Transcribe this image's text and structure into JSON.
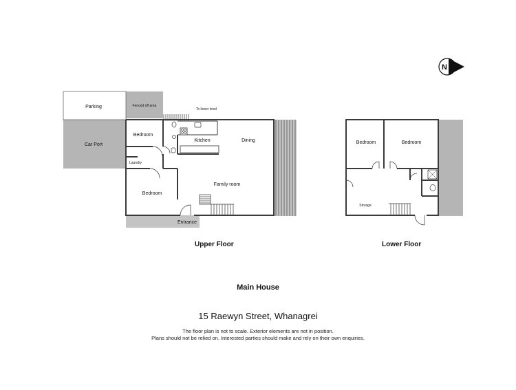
{
  "upper_floor": {
    "title": "Upper Floor",
    "rooms": {
      "parking": "Parking",
      "fenced": "Fenced off area",
      "to_lower": "To lower level",
      "carport": "Car Port",
      "bedroom1": "Bedroom",
      "kitchen": "Kitchen",
      "dining": "Dining",
      "laundry": "Laundry",
      "bedroom2": "Bedroom",
      "family": "Family room",
      "entrance": "Entrance"
    }
  },
  "lower_floor": {
    "title": "Lower Floor",
    "rooms": {
      "bedroom1": "Bedroom",
      "bedroom2": "Bedroom",
      "storage": "Storage"
    }
  },
  "compass": {
    "label": "N",
    "icon": "north-arrow-icon"
  },
  "main_title": "Main House",
  "address": "15 Raewyn Street, Whanagrei",
  "disclaimer_line1": "The floor plan is not to scale. Exterior elements are not in position.",
  "disclaimer_line2": "Plans should not be relied on. Interested parties should make and rely on their own enquiries.",
  "colors": {
    "wall": "#3a3a3a",
    "grey_area": "#b5b5b5",
    "background": "#ffffff"
  }
}
